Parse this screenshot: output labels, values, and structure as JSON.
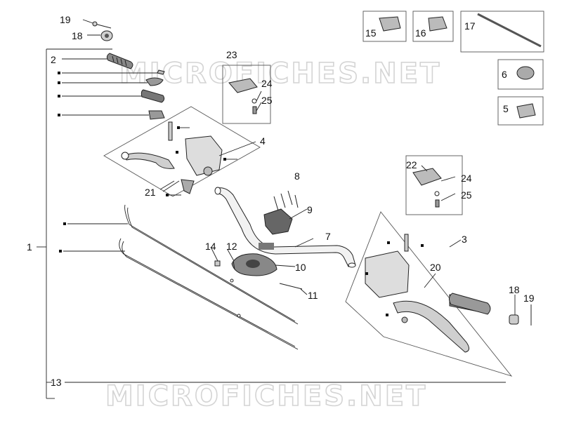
{
  "watermarks": [
    "MICROFICHES.NET",
    "MICROFICHES.NET"
  ],
  "callouts": {
    "c1": "1",
    "c2": "2",
    "c3": "3",
    "c4": "4",
    "c5": "5",
    "c6": "6",
    "c7": "7",
    "c8": "8",
    "c9": "9",
    "c10": "10",
    "c11": "11",
    "c12": "12",
    "c13": "13",
    "c14": "14",
    "c15": "15",
    "c16": "16",
    "c17": "17",
    "c18a": "18",
    "c18b": "18",
    "c19a": "19",
    "c19b": "19",
    "c20": "20",
    "c21": "21",
    "c22": "22",
    "c23": "23",
    "c24a": "24",
    "c24b": "24",
    "c25a": "25",
    "c25b": "25"
  },
  "colors": {
    "line": "#222222",
    "box": "#555555",
    "watermark": "#d4d4d4",
    "part_fill": "#cfcfcf"
  }
}
